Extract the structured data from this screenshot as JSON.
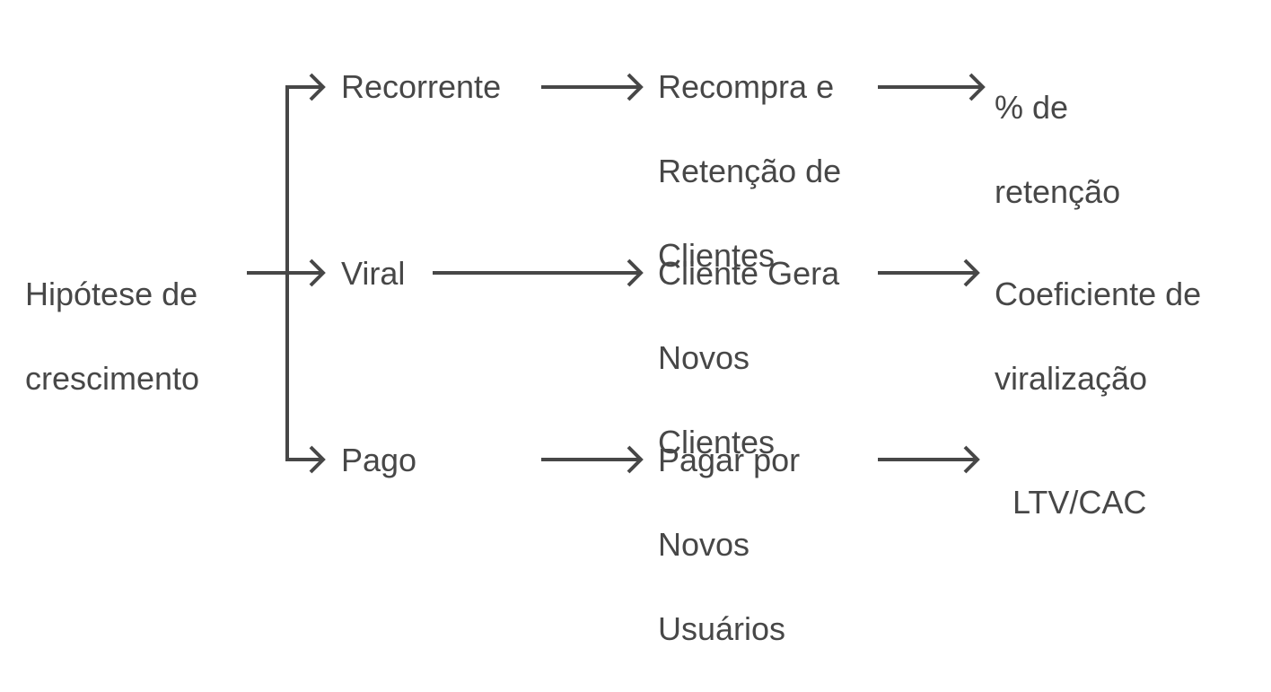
{
  "diagram": {
    "root": {
      "lines": [
        "Hipótese de",
        "crescimento"
      ]
    },
    "branches": [
      {
        "label": "Recorrente",
        "mechanism": [
          "Recompra e",
          "Retenção de",
          "Clientes"
        ],
        "metric": [
          "% de",
          "retenção"
        ]
      },
      {
        "label": "Viral",
        "mechanism": [
          "Cliente Gera",
          "Novos",
          "Clientes"
        ],
        "metric": [
          "Coeficiente de",
          "viralização"
        ]
      },
      {
        "label": "Pago",
        "mechanism": [
          "Pagar por",
          "Novos",
          "Usuários"
        ],
        "metric": [
          "LTV/CAC"
        ]
      }
    ],
    "colors": {
      "line": "#474747",
      "text": "#474747",
      "background": "#ffffff"
    }
  }
}
